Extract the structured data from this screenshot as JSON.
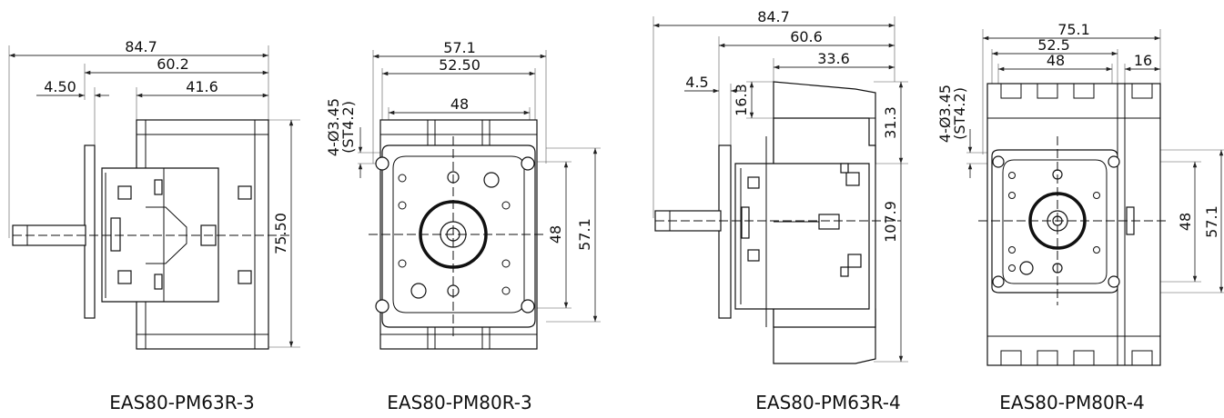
{
  "captions": {
    "c1": "EAS80-PM63R-3",
    "c2": "EAS80-PM80R-3",
    "c3": "EAS80-PM63R-4",
    "c4": "EAS80-PM80R-4"
  },
  "d1": {
    "overall": "84.7",
    "mid": "60.2",
    "flange": "4.50",
    "body": "41.6",
    "height": "75.50"
  },
  "d2": {
    "overall": "57.1",
    "inner": "52.50",
    "pitch": "48",
    "vpitch": "48",
    "vheight": "57.1",
    "holes": "4-Ø3.45",
    "holes_sub": "(ST4.2)"
  },
  "d3": {
    "overall": "84.7",
    "mid": "60.6",
    "body": "33.6",
    "flange": "4.5",
    "offset": "16.3",
    "upper": "31.3",
    "height": "107.9"
  },
  "d4": {
    "overall": "75.1",
    "mid": "52.5",
    "pitch": "48",
    "extra": "16",
    "vpitch": "48",
    "vheight": "57.1",
    "holes": "4-Ø3.45",
    "holes_sub": "(ST4.2)"
  }
}
